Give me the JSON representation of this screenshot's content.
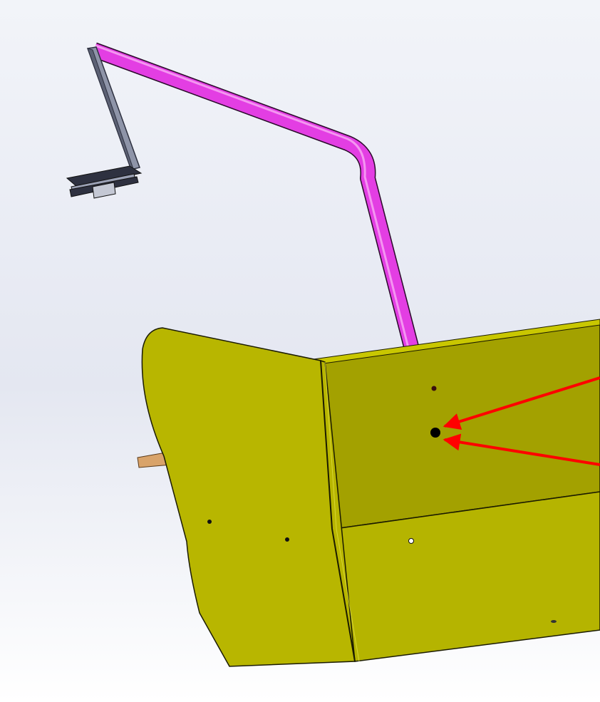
{
  "scene": {
    "type": "cad-assembly-view",
    "background": {
      "top": "#f2f4f9",
      "middle": "#e4e7f1",
      "bottom": "#ffffff"
    },
    "parts": [
      {
        "name": "tube",
        "color": "#e33ee3",
        "highlight": "#f7a6f3"
      },
      {
        "name": "bracket",
        "color": "#8e94a8",
        "dark": "#2e3140"
      },
      {
        "name": "panel-back",
        "color": "#a3a100"
      },
      {
        "name": "panel-lower",
        "color": "#b5b400"
      },
      {
        "name": "side-fin",
        "color": "#b8b600"
      },
      {
        "name": "wood-strip",
        "color": "#d9a36a"
      }
    ],
    "callouts": {
      "arrow_color": "#ff0000",
      "arrow_count": 2,
      "target": "hole"
    }
  }
}
